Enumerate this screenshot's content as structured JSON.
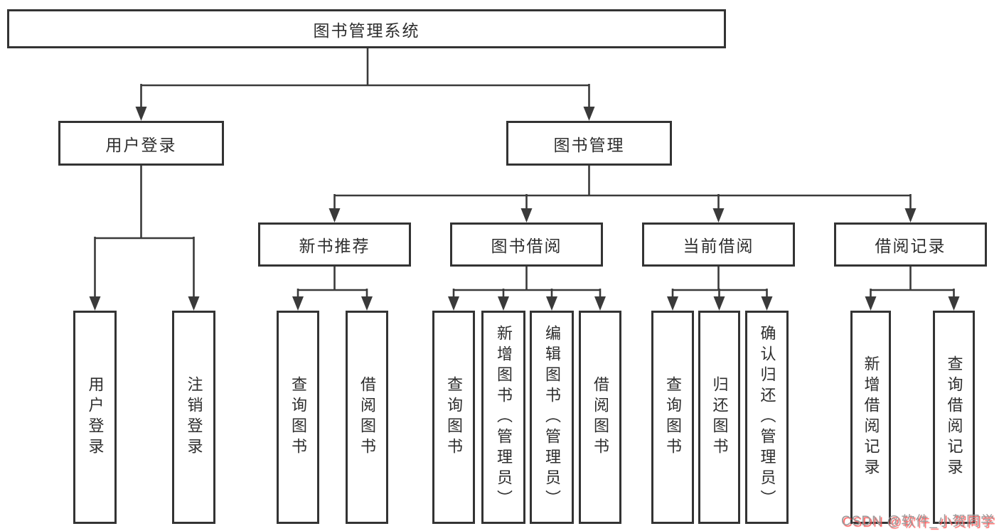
{
  "diagram": {
    "root": {
      "label": "图书管理系统",
      "children": [
        {
          "label": "用户登录",
          "children": [
            {
              "label": "用户登录"
            },
            {
              "label": "注销登录"
            }
          ]
        },
        {
          "label": "图书管理",
          "children": [
            {
              "label": "新书推荐",
              "children": [
                {
                  "label": "查询图书"
                },
                {
                  "label": "借阅图书"
                }
              ]
            },
            {
              "label": "图书借阅",
              "children": [
                {
                  "label": "查询图书"
                },
                {
                  "label": "新增图书（管理员）"
                },
                {
                  "label": "编辑图书（管理员）"
                },
                {
                  "label": "借阅图书"
                }
              ]
            },
            {
              "label": "当前借阅",
              "children": [
                {
                  "label": "查询图书"
                },
                {
                  "label": "归还图书"
                },
                {
                  "label": "确认归还（管理员）"
                }
              ]
            },
            {
              "label": "借阅记录",
              "children": [
                {
                  "label": "新增借阅记录"
                },
                {
                  "label": "查询借阅记录"
                }
              ]
            }
          ]
        }
      ]
    },
    "watermark": "CSDN @软件_小贺同学"
  },
  "colors": {
    "line": "#3a3a3a",
    "box_border": "#333333",
    "box_background": "#ffffff",
    "text": "#2e2e2e",
    "watermark_gray": "#9b9b9b",
    "watermark_red": "#fb5656"
  }
}
